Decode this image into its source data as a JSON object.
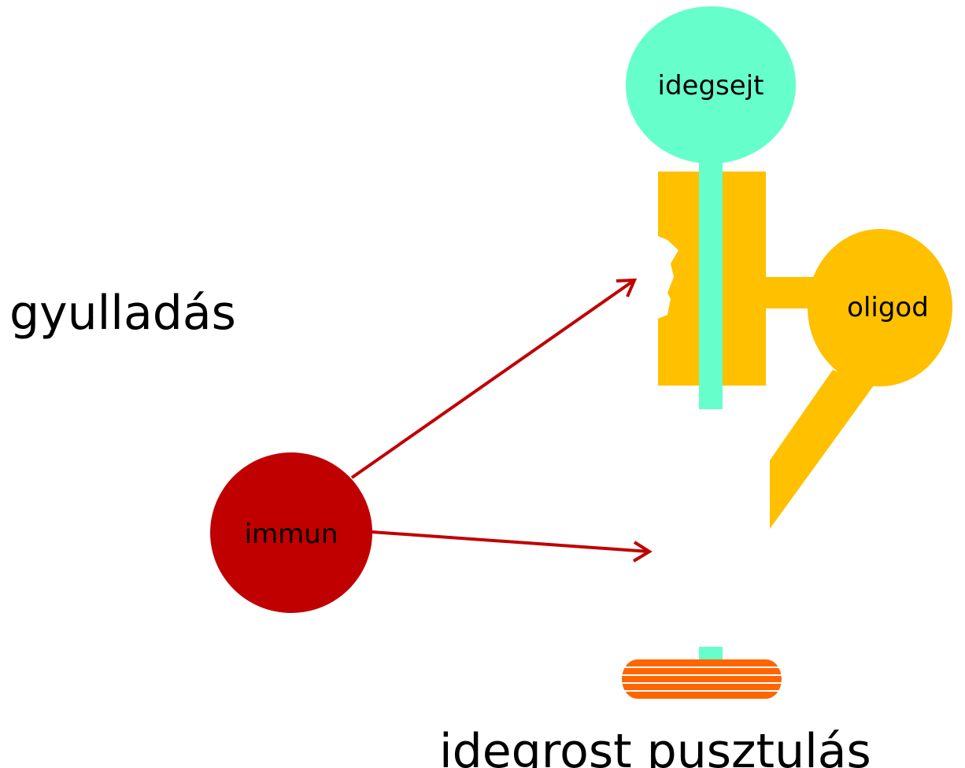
{
  "labels": {
    "neuron": "idegsejt",
    "oligodendrocyte": "oligod",
    "immune_cell": "immun",
    "inflammation": "gyulladás",
    "fiber_destruction": "idegrost pusztulás"
  },
  "colors": {
    "neuron": "#66FFCC",
    "oligodendrocyte": "#FFC000",
    "immune_cell": "#C00000",
    "arrow": "#C00000",
    "fiber_fragment": "#FF6600"
  }
}
